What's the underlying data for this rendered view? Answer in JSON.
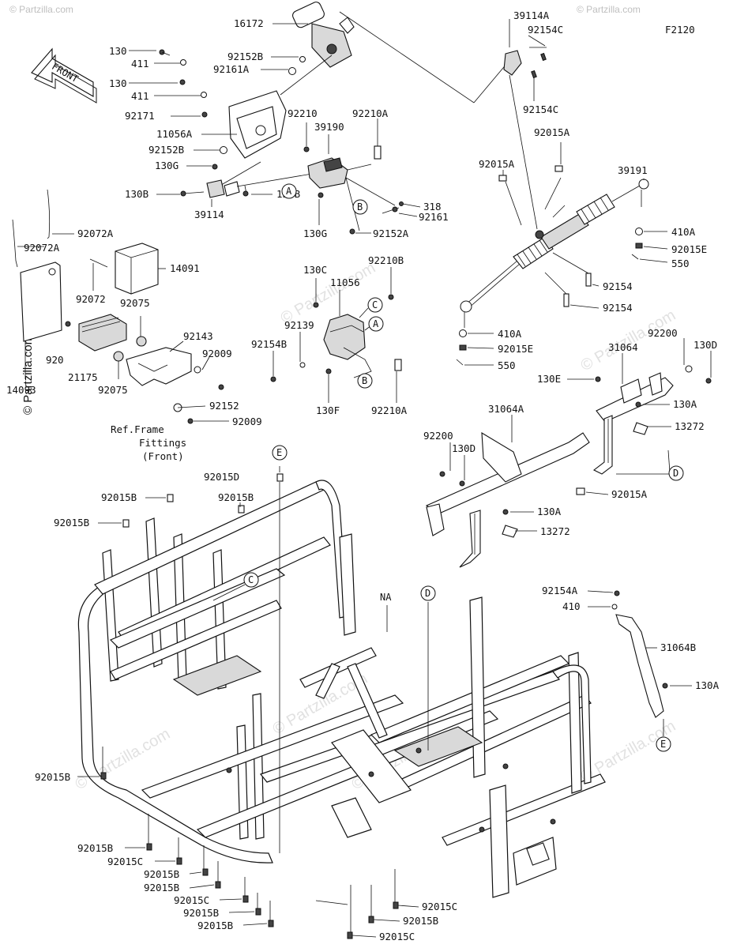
{
  "figure_code": "F2120",
  "direction_label": "FRONT",
  "watermark": "© Partzilla.com",
  "side_copyright": "© Partzilla.com",
  "ref_note": [
    "Ref.Frame",
    "Fittings",
    "(Front)"
  ],
  "callouts": {
    "A": "A",
    "B": "B",
    "C": "C",
    "D": "D",
    "E": "E",
    "NA": "NA"
  },
  "part_numbers": {
    "p16172": "16172",
    "p130_top": "130",
    "p411_top": "411",
    "p92152B_a": "92152B",
    "p92161A": "92161A",
    "p130_2": "130",
    "p411_2": "411",
    "p92171": "92171",
    "p11056A": "11056A",
    "p92152B_b": "92152B",
    "p130G_a": "130G",
    "p130B_a": "130B",
    "p39114": "39114",
    "p92210": "92210",
    "p39190": "39190",
    "p92210A_a": "92210A",
    "p130B_b": "130B",
    "p130G_b": "130G",
    "p318": "318",
    "p92161": "92161",
    "p92152A": "92152A",
    "p39114A": "39114A",
    "p92154C_a": "92154C",
    "p92154C_b": "92154C",
    "p92015A_a": "92015A",
    "p92015A_b": "92015A",
    "p39191": "39191",
    "p410A_a": "410A",
    "p92015E_a": "92015E",
    "p550_a": "550",
    "p92154_a": "92154",
    "p92154_b": "92154",
    "p410A_b": "410A",
    "p92015E_b": "92015E",
    "p550_b": "550",
    "p92072A_a": "92072A",
    "p92072A_b": "92072A",
    "p14091": "14091",
    "p92072": "92072",
    "p92075_a": "92075",
    "p92075_b": "92075",
    "p92009_a": "92009",
    "p92143": "92143",
    "p14093": "14093",
    "p920": "920",
    "p21175": "21175",
    "p92152": "92152",
    "p92009_b": "92009",
    "p130C": "130C",
    "p11056": "11056",
    "p92210B": "92210B",
    "p92139": "92139",
    "p92154B": "92154B",
    "p130F": "130F",
    "p92210A_b": "92210A",
    "p92200_a": "92200",
    "p130D_a": "130D",
    "p31064": "31064",
    "p130E": "130E",
    "p130A_a": "130A",
    "p13272_a": "13272",
    "p31064A": "31064A",
    "p92200_b": "92200",
    "p130D_b": "130D",
    "p92015A_c": "92015A",
    "p130A_b": "130A",
    "p13272_b": "13272",
    "p92015D": "92015D",
    "p92015B_1": "92015B",
    "p92015B_2": "92015B",
    "p92015B_3": "92015B",
    "p92154A": "92154A",
    "p410": "410",
    "p31064B": "31064B",
    "p130A_c": "130A",
    "p92015B_4": "92015B",
    "p92015B_5": "92015B",
    "p92015C_1": "92015C",
    "p92015B_6": "92015B",
    "p92015B_7": "92015B",
    "p92015C_2": "92015C",
    "p92015B_8": "92015B",
    "p92015B_9": "92015B",
    "p92015C_3": "92015C",
    "p92015B_10": "92015B",
    "p92015C_4": "92015C"
  }
}
